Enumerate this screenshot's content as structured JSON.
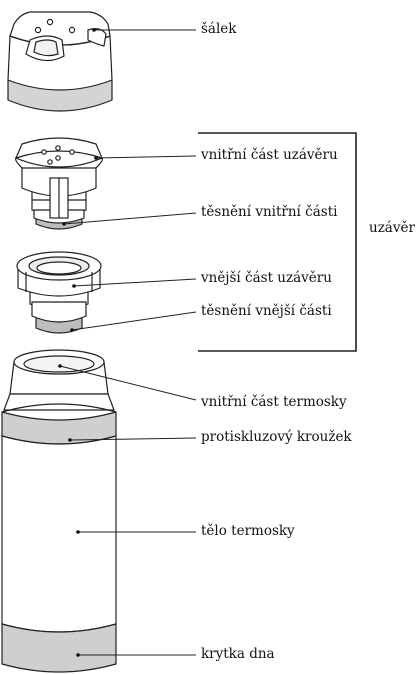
{
  "labels": {
    "cup": "šálek",
    "inner_cap": "vnitřní část uzávěru",
    "inner_cap_seal": "těsnění vnitřní části",
    "closure_group": "uzávěr",
    "outer_cap": "vnější část uzávěru",
    "outer_cap_seal": "těsnění vnější části",
    "inner_flask": "vnitřní část termosky",
    "anti_slip_ring": "protiskluzový kroužek",
    "body": "tělo termosky",
    "bottom_cover": "krytka dna"
  },
  "colors": {
    "line": "#222222",
    "fill": "#ffffff",
    "band": "#cfcfcf",
    "band_dark": "#bdbdbd"
  }
}
